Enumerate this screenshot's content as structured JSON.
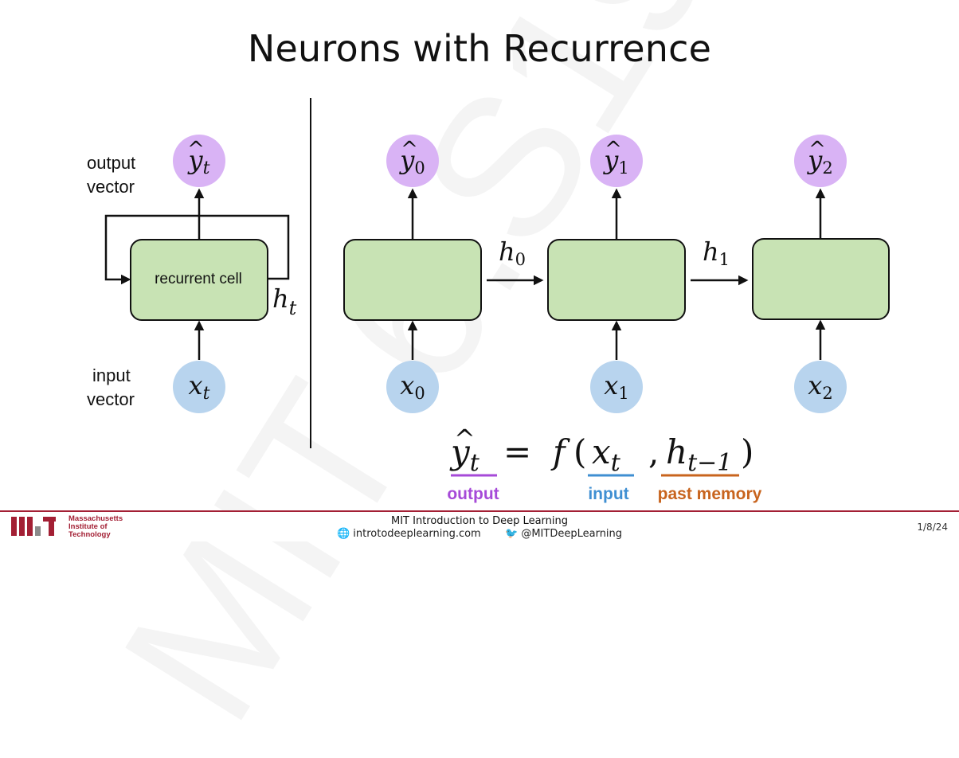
{
  "title": "Neurons with Recurrence",
  "watermark": "MIT 6.S191",
  "left_diagram": {
    "output_label": [
      "output",
      "vector"
    ],
    "input_label": [
      "input",
      "vector"
    ],
    "cell_label": "recurrent cell",
    "output_node": {
      "base": "y",
      "sub": "t",
      "hat": true
    },
    "input_node": {
      "base": "x",
      "sub": "t"
    },
    "state_label": {
      "base": "h",
      "sub": "t"
    }
  },
  "unrolled": {
    "steps": [
      {
        "output": {
          "base": "y",
          "sub": "0",
          "hat": true
        },
        "input": {
          "base": "x",
          "sub": "0"
        }
      },
      {
        "output": {
          "base": "y",
          "sub": "1",
          "hat": true
        },
        "input": {
          "base": "x",
          "sub": "1"
        }
      },
      {
        "output": {
          "base": "y",
          "sub": "2",
          "hat": true
        },
        "input": {
          "base": "x",
          "sub": "2"
        }
      }
    ],
    "states": [
      {
        "base": "h",
        "sub": "0"
      },
      {
        "base": "h",
        "sub": "1"
      }
    ]
  },
  "equation": {
    "lhs": {
      "base": "y",
      "sub": "t",
      "hat": true
    },
    "equals": "=",
    "func": "f",
    "open": "(",
    "arg1": {
      "base": "x",
      "sub": "t"
    },
    "comma": ",",
    "arg2": {
      "base": "h",
      "sub": "t−1"
    },
    "close": ")",
    "annotations": [
      {
        "text": "output",
        "color": "#a64ad8"
      },
      {
        "text": "input",
        "color": "#3f8fd2"
      },
      {
        "text": "past memory",
        "color": "#c8641e"
      }
    ]
  },
  "footer": {
    "institute": [
      "Massachusetts",
      "Institute of",
      "Technology"
    ],
    "course": "MIT Introduction to Deep Learning",
    "site": "introtodeeplearning.com",
    "twitter": "@MITDeepLearning",
    "date": "1/8/24"
  },
  "colors": {
    "output_node": "#d9b3f5",
    "input_node": "#b8d4ee",
    "cell_fill": "#c8e3b4",
    "brand": "#a31f34"
  }
}
